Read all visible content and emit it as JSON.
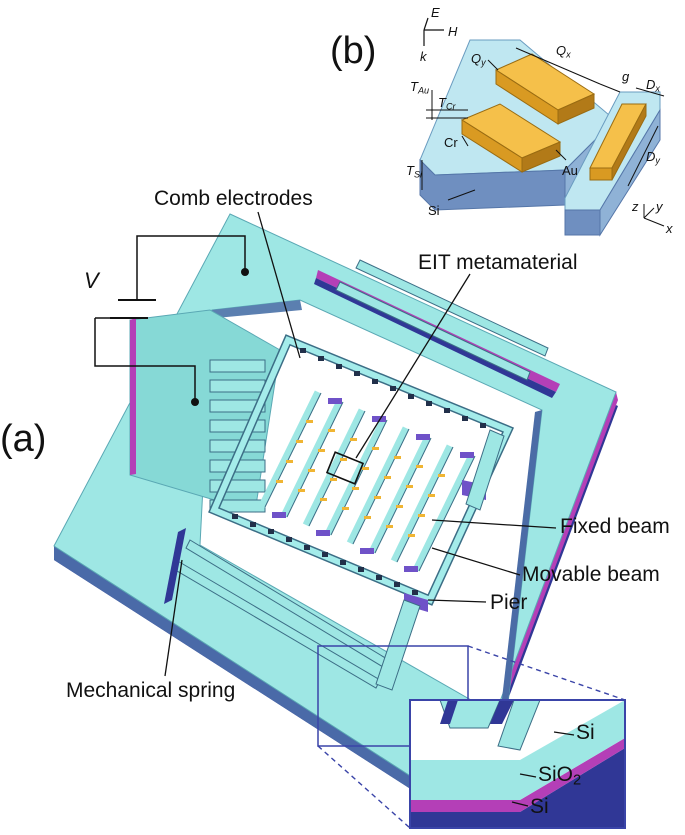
{
  "panels": {
    "a": "(a)",
    "b": "(b)"
  },
  "labels": {
    "comb_electrodes": "Comb electrodes",
    "eit_metamaterial": "EIT metamaterial",
    "voltage": "V",
    "fixed_beam": "Fixed beam",
    "movable_beam": "Movable beam",
    "pier": "Pier",
    "mechanical_spring": "Mechanical spring"
  },
  "inset": {
    "layer_top": "Si",
    "layer_mid_main": "SiO",
    "layer_mid_sub": "2",
    "layer_bottom": "Si"
  },
  "unit_cell": {
    "axis_e": "E",
    "axis_h": "H",
    "axis_k": "k",
    "q_y": "Q",
    "q_y_sub": "y",
    "q_x": "Q",
    "q_x_sub": "x",
    "gap": "g",
    "d_x": "D",
    "d_x_sub": "x",
    "d_y": "D",
    "d_y_sub": "y",
    "t_au": "T",
    "t_au_sub": "Au",
    "t_cr": "T",
    "t_cr_sub": "Cr",
    "t_si": "T",
    "t_si_sub": "Si",
    "cr": "Cr",
    "au": "Au",
    "si": "Si",
    "axis_x": "x",
    "axis_y": "y",
    "axis_z": "z"
  },
  "colors": {
    "silicon_top": "#9ee7e4",
    "silicon_side": "#67b3c0",
    "oxide": "#b43fb7",
    "base": "#303796",
    "pier": "#6f52c8",
    "gold": "#f0b533",
    "inset_frame": "#3a44a8"
  }
}
